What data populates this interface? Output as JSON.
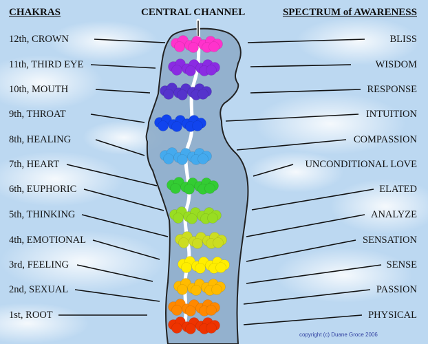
{
  "headers": {
    "left": "CHAKRAS",
    "center": "CENTRAL CHANNEL",
    "right": "SPECTRUM of AWARENESS"
  },
  "chakras": [
    {
      "name": "12th, CROWN",
      "awareness": "BLISS",
      "color": "#ff33cc"
    },
    {
      "name": "11th, THIRD EYE",
      "awareness": "WISDOM",
      "color": "#8a2be2"
    },
    {
      "name": "10th, MOUTH",
      "awareness": "RESPONSE",
      "color": "#5533cc"
    },
    {
      "name": "9th, THROAT",
      "awareness": "INTUITION",
      "color": "#1144ee"
    },
    {
      "name": "8th, HEALING",
      "awareness": "COMPASSION",
      "color": "#44aaee"
    },
    {
      "name": "7th, HEART",
      "awareness": "UNCONDITIONAL LOVE",
      "color": "#33cc33"
    },
    {
      "name": "6th, EUPHORIC",
      "awareness": "ELATED",
      "color": "#99dd22"
    },
    {
      "name": "5th, THINKING",
      "awareness": "ANALYZE",
      "color": "#ccdd22"
    },
    {
      "name": "4th, EMOTIONAL",
      "awareness": "SENSATION",
      "color": "#ffee00"
    },
    {
      "name": "3rd, FEELING",
      "awareness": "SENSE",
      "color": "#ffbb00"
    },
    {
      "name": "2nd, SEXUAL",
      "awareness": "PASSION",
      "color": "#ff8800"
    },
    {
      "name": "1st, ROOT",
      "awareness": "PHYSICAL",
      "color": "#ee3300"
    }
  ],
  "copyright": "copyright (c) Duane Groce 2006",
  "colors": {
    "sky": "#bcd8f1",
    "body_fill": "#8aa8c6",
    "outline": "#222222",
    "channel": "#ffffff"
  }
}
